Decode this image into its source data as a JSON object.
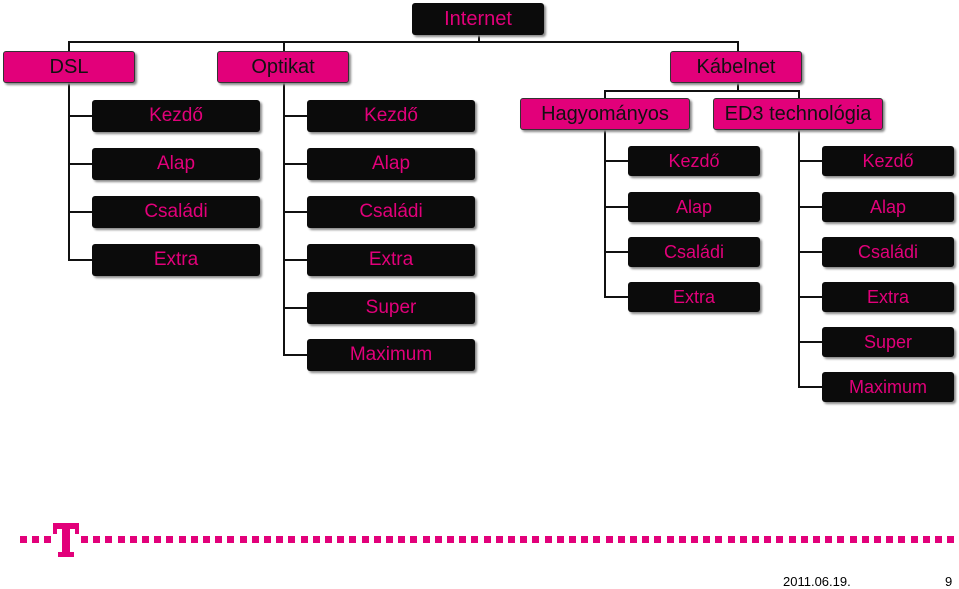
{
  "diagram": {
    "root": "Internet",
    "dsl": {
      "label": "DSL",
      "items": [
        "Kezdő",
        "Alap",
        "Családi",
        "Extra"
      ]
    },
    "optikat": {
      "label": "Optikat",
      "items": [
        "Kezdő",
        "Alap",
        "Családi",
        "Extra",
        "Super",
        "Maximum"
      ]
    },
    "kabelnet": {
      "label": "Kábelnet",
      "hagyomanyos": {
        "label": "Hagyományos",
        "items": [
          "Kezdő",
          "Alap",
          "Családi",
          "Extra"
        ]
      },
      "ed3": {
        "label": "ED3 technológia",
        "items": [
          "Kezdő",
          "Alap",
          "Családi",
          "Extra",
          "Super",
          "Maximum"
        ]
      }
    }
  },
  "colors": {
    "magenta": "#e2007a",
    "box_black": "#0b0b0b"
  },
  "logo": "telekom-t-logo",
  "footer": {
    "date": "2011.06.19.",
    "page": "9"
  }
}
